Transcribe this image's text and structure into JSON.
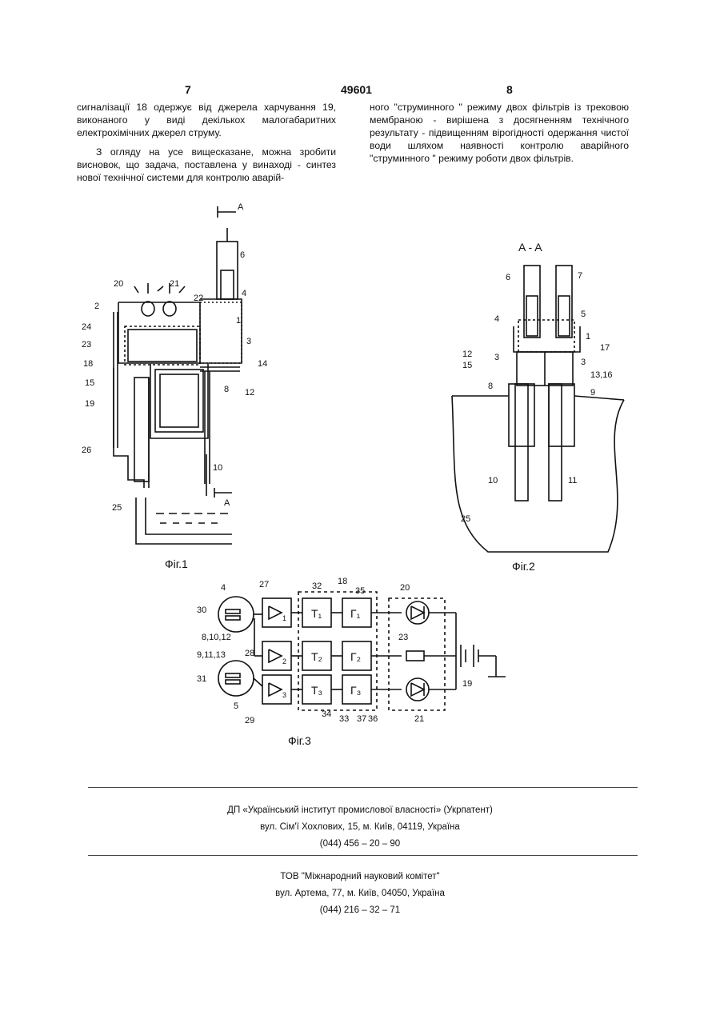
{
  "header": {
    "page_left": "7",
    "patent_number": "49601",
    "page_right": "8"
  },
  "text": {
    "left_para1": "сигналізації 18 одержує від джерела харчування 19, виконаного у виді декількох малогабаритних електрохімічних джерел струму.",
    "left_para2": "З огляду на усе вищесказане, можна зробити висновок, що задача, поставлена у винаході - синтез нової технічної системи для контролю аварій-",
    "right_para1": "ного \"струминного \" режиму двох фільтрів із трековою мембраною - вирішена з досягненням технічного результату - підвищенням вірогідності одержання чистої води шляхом наявності контролю аварійного \"струминного \" режиму роботи двох фільтрів."
  },
  "figures": {
    "fig1": {
      "caption": "Фіг.1",
      "section_mark": "A",
      "labels": [
        "6",
        "20",
        "21",
        "22",
        "2",
        "1",
        "4",
        "24",
        "23",
        "3",
        "18",
        "14",
        "15",
        "12",
        "8",
        "19",
        "26",
        "10",
        "25"
      ]
    },
    "fig2": {
      "caption": "Фіг.2",
      "section_title": "A - A",
      "labels": [
        "6",
        "7",
        "4",
        "5",
        "1",
        "17",
        "12",
        "15",
        "3",
        "3",
        "13,16",
        "8",
        "9",
        "10",
        "11",
        "25"
      ]
    },
    "fig3": {
      "caption": "Фіг.3",
      "labels": [
        "4",
        "27",
        "32",
        "18",
        "35",
        "20",
        "30",
        "8,10,12",
        "28",
        "23",
        "9,11,13",
        "31",
        "5",
        "29",
        "34",
        "33",
        "37",
        "36",
        "21",
        "19"
      ],
      "block_labels": {
        "amp1": "1",
        "amp2": "2",
        "amp3": "3",
        "t1": "T₁",
        "t2": "T₂",
        "t3": "T₃",
        "g1": "Г₁",
        "g2": "Г₂",
        "g3": "Г₃"
      }
    }
  },
  "footer": {
    "org1": "ДП «Український інститут промислової власності» (Укрпатент)",
    "addr1": "вул. Сім'ї Хохлових, 15, м. Київ, 04119, Україна",
    "phone1": "(044) 456 – 20 – 90",
    "org2": "ТОВ \"Міжнародний науковий комітет\"",
    "addr2": "вул. Артема, 77, м. Київ, 04050, Україна",
    "phone2": "(044) 216 – 32 – 71"
  }
}
